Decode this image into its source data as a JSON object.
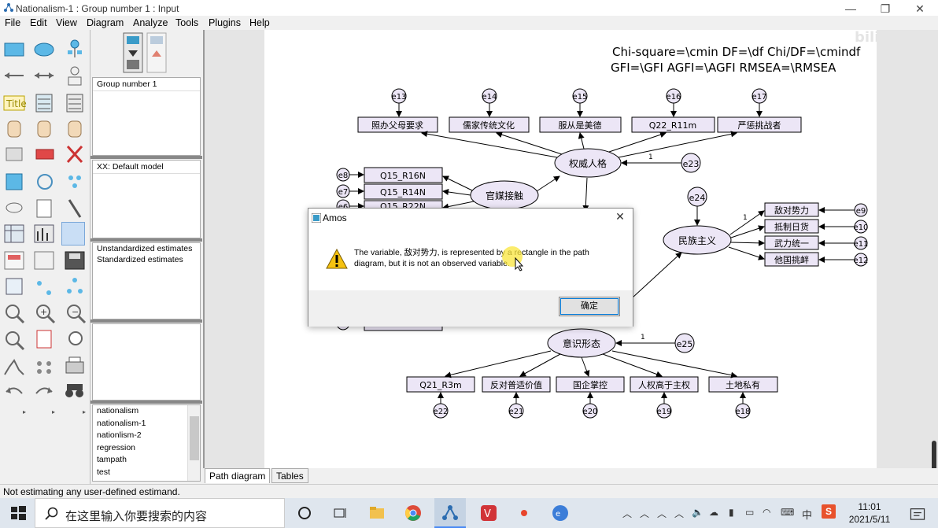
{
  "window": {
    "title": "Nationalism-1 : Group number 1 : Input",
    "minimize": "—",
    "maximize": "❐",
    "close": "✕"
  },
  "menu": [
    "File",
    "Edit",
    "View",
    "Diagram",
    "Analyze",
    "Tools",
    "Plugins",
    "Help"
  ],
  "panels": {
    "group": "Group number 1",
    "model": "XX: Default model",
    "estimates": [
      "Unstandardized estimates",
      "Standardized estimates"
    ]
  },
  "files": [
    "nationalism",
    "nationalism-1",
    "nationlism-2",
    "regression",
    "tampath",
    "test"
  ],
  "tabs": [
    "Path diagram",
    "Tables"
  ],
  "status": "Not estimating any user-defined estimand.",
  "diagram": {
    "header_line1": "Chi-square=\\cmin   DF=\\df   Chi/DF=\\cmindf",
    "header_line2": "GFI=\\GFI   AGFI=\\AGFI    RMSEA=\\RMSEA",
    "latent": {
      "authority": "权威人格",
      "media": "官媒接触",
      "nationalism": "民族主义",
      "ideology": "意识形态"
    },
    "observed_top": [
      "照办父母要求",
      "儒家传统文化",
      "服从是美德",
      "Q22_R11m",
      "严惩挑战者"
    ],
    "observed_media": [
      "Q15_R16N",
      "Q15_R14N",
      "Q15_R22N"
    ],
    "observed_nat": [
      "敌对势力",
      "抵制日货",
      "武力统一",
      "他国挑衅"
    ],
    "observed_bottom": [
      "Q21_R3m",
      "反对普适价值",
      "国企掌控",
      "人权高于主权",
      "土地私有"
    ],
    "errors_top": [
      "e13",
      "e14",
      "e15",
      "e16",
      "e17"
    ],
    "errors_media": [
      "e8",
      "e7",
      "e6"
    ],
    "errors_nat": [
      "e9",
      "e10",
      "e11",
      "e12"
    ],
    "errors_bottom": [
      "e22",
      "e21",
      "e20",
      "e19",
      "e18"
    ],
    "e23": "e23",
    "e24": "e24",
    "e25": "e25",
    "one": "1"
  },
  "dialog": {
    "title": "Amos",
    "message": "The variable, 敌对势力, is represented by a rectangle in the path diagram, but it is not an observed variable.",
    "ok": "确定",
    "close": "✕"
  },
  "taskbar": {
    "search_placeholder": "在这里输入你要搜索的内容",
    "time": "11:01",
    "date": "2021/5/11",
    "ime": "中",
    "ime2": "S"
  },
  "watermark": "bilibili"
}
